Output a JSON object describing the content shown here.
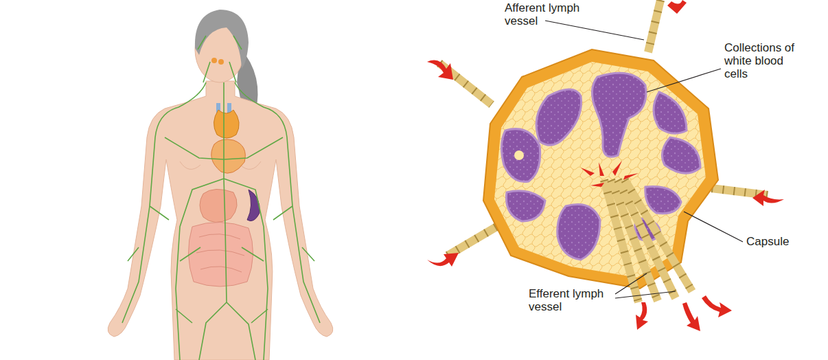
{
  "diagram": {
    "labels": [
      "Afferent lymph vessel",
      "Collections of white blood cells",
      "Capsule",
      "Efferent lymph vessel"
    ]
  }
}
